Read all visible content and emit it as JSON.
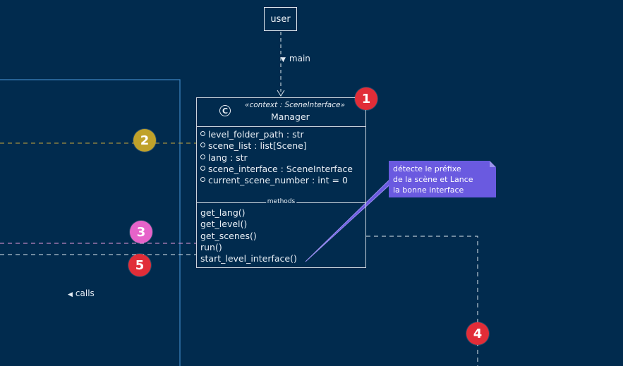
{
  "colors": {
    "background": "#012b4e",
    "badge_red": "#e12d38",
    "badge_gold": "#c0a22a",
    "badge_pink": "#e663c9",
    "note_fill": "#6a5ae0"
  },
  "actor": {
    "label": "user"
  },
  "arrow_labels": {
    "main": "main",
    "calls": "calls"
  },
  "manager_class": {
    "icon": "C",
    "stereotype": "«context : SceneInterface»",
    "name": "Manager",
    "fields": [
      "level_folder_path : str",
      "scene_list : list[Scene]",
      "lang : str",
      "scene_interface : SceneInterface",
      "current_scene_number : int = 0"
    ],
    "methods_separator": "methods",
    "methods": [
      "get_lang()",
      "get_level()",
      "get_scenes()",
      "run()",
      "start_level_interface()"
    ]
  },
  "note": {
    "lines": [
      "détecte le préfixe",
      "de la scène et Lance",
      "la bonne interface"
    ]
  },
  "badges": [
    {
      "number": "1",
      "color": "#e12d38"
    },
    {
      "number": "2",
      "color": "#c0a22a"
    },
    {
      "number": "3",
      "color": "#e663c9"
    },
    {
      "number": "4",
      "color": "#e12d38"
    },
    {
      "number": "5",
      "color": "#e12d38"
    }
  ]
}
